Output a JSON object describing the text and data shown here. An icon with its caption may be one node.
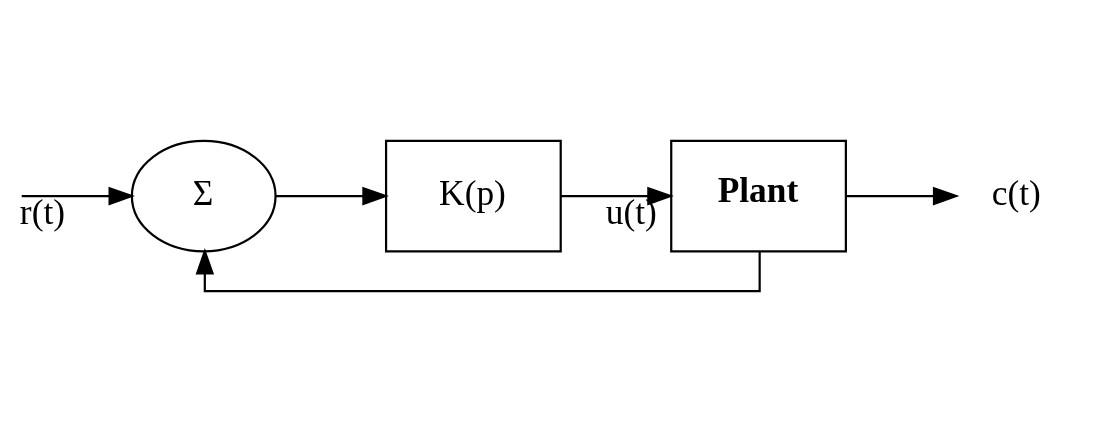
{
  "diagram": {
    "nodes": [
      {
        "text": [
          "Σ"
        ]
      },
      {
        "text": [
          "K(p)"
        ]
      },
      {
        "text": [
          "Plant"
        ]
      },
      {
        "text": [
          "c(t)"
        ]
      }
    ],
    "edges": [
      {
        "from": null,
        "to": 0,
        "arrow": "to",
        "label": "r(t)"
      },
      {
        "from": 0,
        "to": 1,
        "arrow": "to"
      },
      {
        "from": 1,
        "to": 2,
        "arrow": "to",
        "label": "u(t)"
      },
      {
        "from": 2,
        "to": 3,
        "arrow": "to"
      },
      {
        "from": 2,
        "to": 0,
        "arrow": "to"
      }
    ]
  }
}
